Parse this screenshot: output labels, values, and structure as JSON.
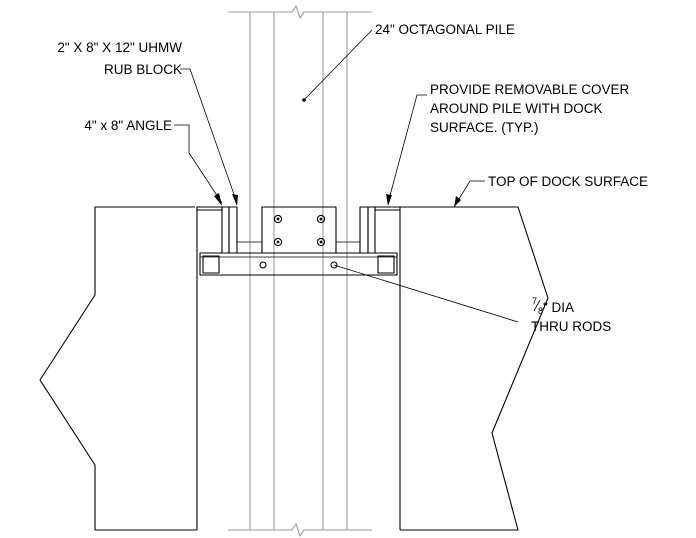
{
  "labels": {
    "pile": "24\" OCTAGONAL PILE",
    "rub_block_line1": "2\" X 8\" X 12\" UHMW",
    "rub_block_line2": "RUB BLOCK",
    "angle": "4\" x 8\" ANGLE",
    "cover_line1": "PROVIDE REMOVABLE COVER",
    "cover_line2": "AROUND PILE WITH DOCK",
    "cover_line3": "SURFACE. (TYP.)",
    "dock_surface": "TOP OF DOCK SURFACE",
    "rods_numerator": "7",
    "rods_denominator": "8",
    "rods_line1": "\" DIA",
    "rods_line2": "THRU RODS"
  },
  "colors": {
    "line": "#000000",
    "pile_line": "#9a9a9a",
    "background": "#ffffff"
  }
}
